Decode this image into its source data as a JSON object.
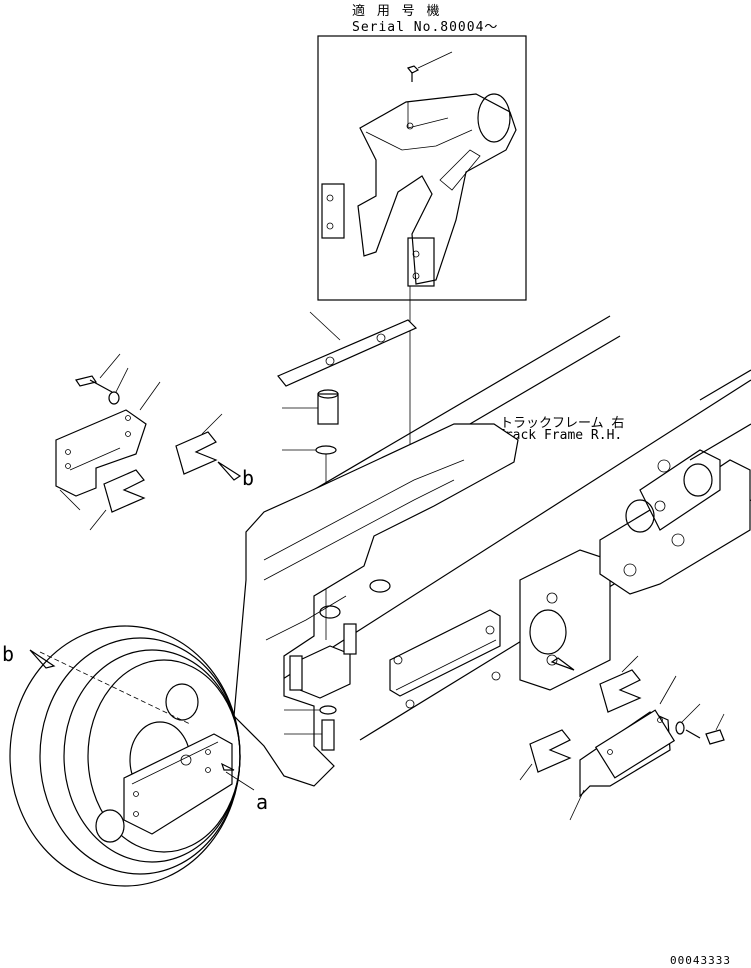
{
  "inset": {
    "title_jp": "適 用 号 機",
    "serial": "Serial No.80004～"
  },
  "frame_label": {
    "jp": "トラックフレーム 右",
    "en": "Track Frame R.H."
  },
  "callouts": {
    "a_left": "a",
    "b_left": "b",
    "a_right": "a",
    "b_upper": "b"
  },
  "drawing_number": "00043333"
}
